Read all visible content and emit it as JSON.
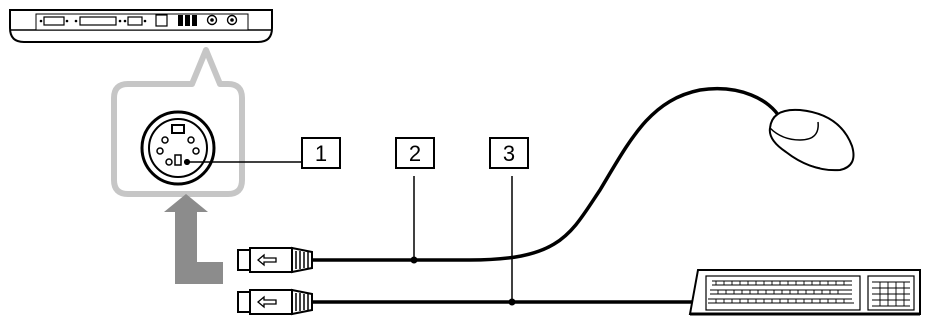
{
  "callouts": [
    {
      "label": "1"
    },
    {
      "label": "2"
    },
    {
      "label": "3"
    }
  ],
  "icons": {
    "port_connector": "ps2-port-icon",
    "mouse": "mouse-icon",
    "keyboard": "keyboard-icon",
    "docking_station": "docking-station-icon",
    "plug": "ps2-plug-icon",
    "insert_arrow": "insert-arrow-icon"
  },
  "colors": {
    "line": "#000000",
    "gray_panel": "#c6c6c6",
    "arrow": "#8c8c8c",
    "background": "#ffffff"
  }
}
